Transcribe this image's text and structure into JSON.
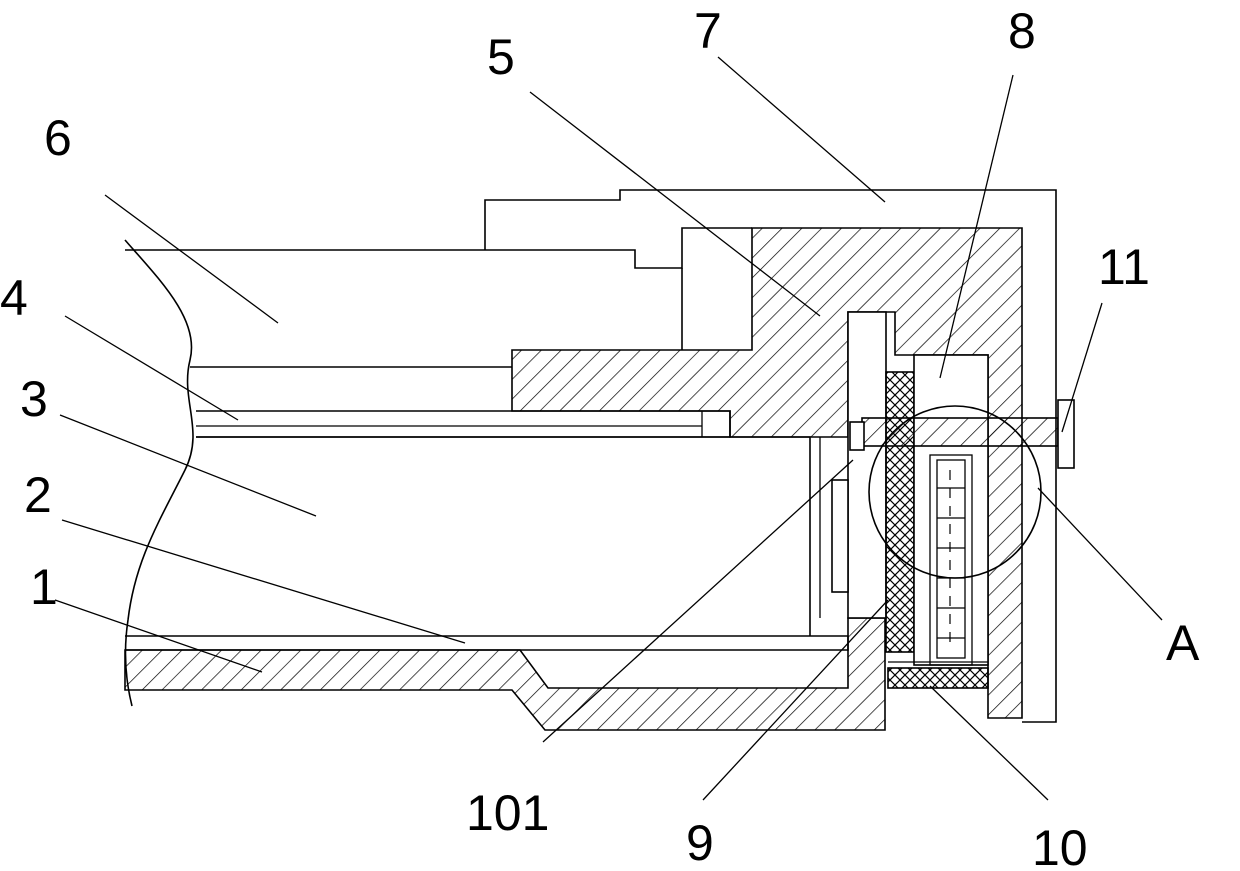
{
  "diagram": {
    "labels": {
      "part_1": "1",
      "part_2": "2",
      "part_3": "3",
      "part_4": "4",
      "part_5": "5",
      "part_6": "6",
      "part_7": "7",
      "part_8": "8",
      "part_9": "9",
      "part_10": "10",
      "part_11": "11",
      "part_101": "101",
      "detail_a": "A"
    },
    "colors": {
      "line": "#000000",
      "background": "#ffffff"
    }
  }
}
